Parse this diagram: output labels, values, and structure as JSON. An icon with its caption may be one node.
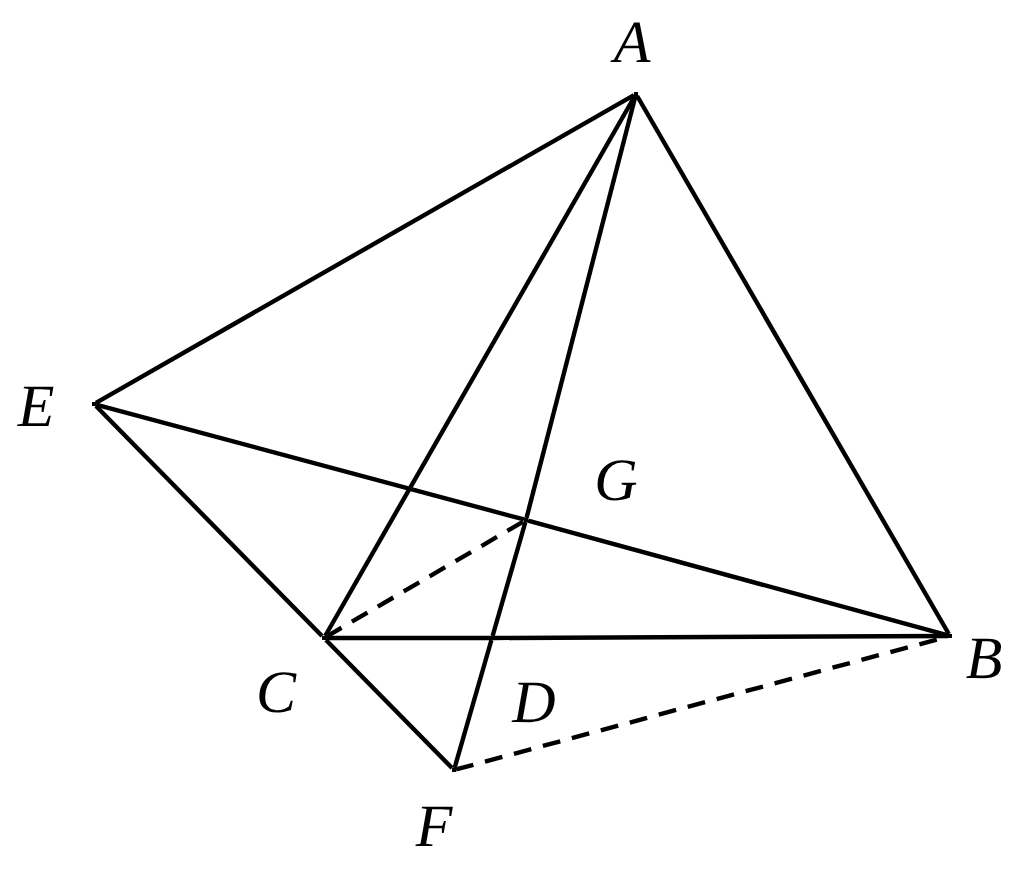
{
  "diagram": {
    "nodes": [
      {
        "text": [],
        "shape": "point",
        "beside": [
          "A"
        ]
      },
      {
        "text": [],
        "shape": "point",
        "beside": [
          "E"
        ]
      },
      {
        "text": [],
        "shape": "point",
        "beside": [
          "G"
        ]
      },
      {
        "text": [],
        "shape": "point",
        "beside": [
          "C"
        ]
      },
      {
        "text": [],
        "shape": "point",
        "beside": [
          "B"
        ]
      },
      {
        "text": [],
        "shape": "point",
        "beside": [
          "D"
        ]
      },
      {
        "text": [],
        "shape": "point",
        "beside": [
          "F"
        ]
      }
    ],
    "edges": [
      {
        "from": 0,
        "to": 1,
        "arrow": "none"
      },
      {
        "from": 0,
        "to": 4,
        "arrow": "none"
      },
      {
        "from": 0,
        "to": 3,
        "arrow": "none"
      },
      {
        "from": 0,
        "to": 2,
        "arrow": "none"
      },
      {
        "from": 2,
        "to": 5,
        "arrow": "none"
      },
      {
        "from": 5,
        "to": 6,
        "arrow": "none"
      },
      {
        "from": 1,
        "to": 2,
        "arrow": "none"
      },
      {
        "from": 2,
        "to": 4,
        "arrow": "none"
      },
      {
        "from": 3,
        "to": 5,
        "arrow": "none"
      },
      {
        "from": 5,
        "to": 4,
        "arrow": "none"
      },
      {
        "from": 1,
        "to": 3,
        "arrow": "none"
      },
      {
        "from": 3,
        "to": 6,
        "arrow": "none"
      },
      {
        "from": 3,
        "to": 2,
        "arrow": "none",
        "style": "dashed"
      },
      {
        "from": 6,
        "to": 4,
        "arrow": "none",
        "style": "dashed"
      }
    ]
  }
}
